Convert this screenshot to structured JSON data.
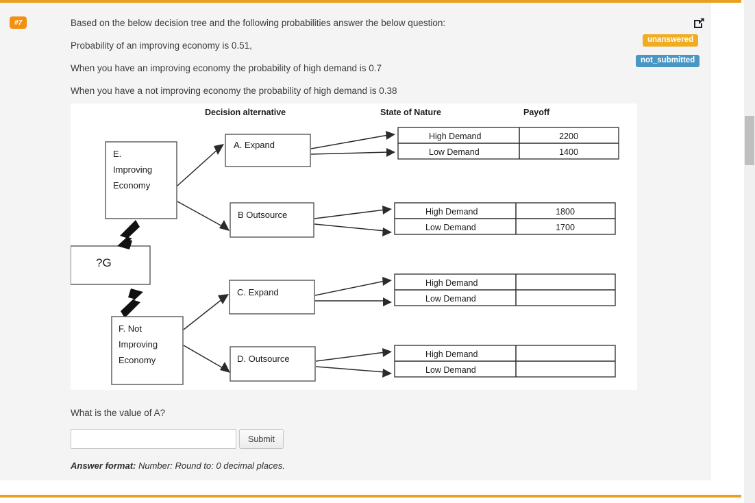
{
  "question": {
    "number_badge": "#7",
    "prompt_lines": [
      "Based on the below decision tree and the following probabilities answer the below question:",
      "Probability of an improving economy is 0.51,",
      "When you have an improving economy the probability of high demand is 0.7",
      "When you have a not improving economy the probability of high demand is 0.38"
    ],
    "question_text": "What is the value of A?",
    "answer_value": "",
    "answer_placeholder": "",
    "submit_label": "Submit",
    "answer_format_label": "Answer format:",
    "answer_format_value": "Number: Round to: 0 decimal places."
  },
  "status": {
    "answered_badge": "unanswered",
    "submitted_badge": "not_submitted",
    "external_link_icon": "external-link-icon",
    "colors": {
      "unanswered": "#f0ad22",
      "not_submitted": "#4a97c4",
      "accent_rule": "#e8a020",
      "number_badge": "#f29111"
    }
  },
  "diagram": {
    "headers": {
      "decision": "Decision alternative",
      "state": "State of Nature",
      "payoff": "Payoff"
    },
    "nodes": {
      "improving": "E.\nImproving\nEconomy",
      "improving_l1": "E.",
      "improving_l2": "Improving",
      "improving_l3": "Economy",
      "not_improving_l1": "F. Not",
      "not_improving_l2": "Improving",
      "not_improving_l3": "Economy",
      "unknown": "?G"
    },
    "alternatives": [
      {
        "id": "A",
        "label": "A. Expand"
      },
      {
        "id": "B",
        "label": "B Outsource"
      },
      {
        "id": "C",
        "label": "C. Expand"
      },
      {
        "id": "D",
        "label": "D. Outsource"
      }
    ],
    "payoff_tables": [
      {
        "alternative": "A",
        "rows": [
          {
            "state": "High Demand",
            "payoff": "2200"
          },
          {
            "state": "Low Demand",
            "payoff": "1400"
          }
        ]
      },
      {
        "alternative": "B",
        "rows": [
          {
            "state": "High Demand",
            "payoff": "1800"
          },
          {
            "state": "Low Demand",
            "payoff": "1700"
          }
        ]
      },
      {
        "alternative": "C",
        "rows": [
          {
            "state": "High Demand",
            "payoff": ""
          },
          {
            "state": "Low Demand",
            "payoff": ""
          }
        ]
      },
      {
        "alternative": "D",
        "rows": [
          {
            "state": "High Demand",
            "payoff": ""
          },
          {
            "state": "Low Demand",
            "payoff": ""
          }
        ]
      }
    ]
  },
  "scrollbar": {
    "name": "page-scrollbar"
  }
}
